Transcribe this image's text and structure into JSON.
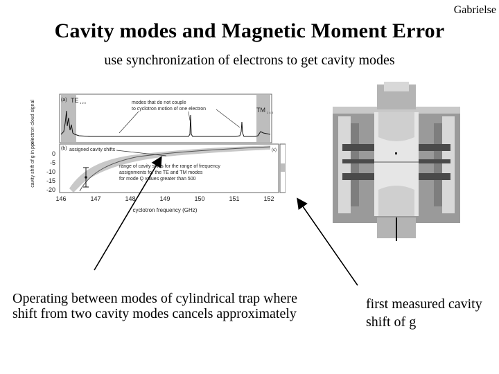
{
  "header": {
    "author": "Gabrielse",
    "title": "Cavity modes and Magnetic Moment Error",
    "subtitle": "use synchronization of electrons to get cavity modes"
  },
  "figure": {
    "panel_a_label": "(a)",
    "panel_b_label": "(b)",
    "panel_c_label": "(c)",
    "te_label": "TE",
    "te_sub": "1 2 0",
    "tm_label": "TM",
    "tm_sub": "1 4 3",
    "ylabel_a": "electron cloud signal",
    "ylabel_b": "cavity shift of g in ppt",
    "annotation_modes": "modes that do not couple to cyclotron motion of one electron",
    "annotation_assigned": "assigned cavity shifts",
    "annotation_range": "range of cavity shifts for the range of frequency assignments for the TE and TM modes for mode Q values greater than 500",
    "xlabel": "cyclotron frequency (GHz)",
    "y_ticks": [
      "0",
      "-5",
      "-10",
      "-15",
      "-20"
    ],
    "x_ticks": [
      "146",
      "147",
      "148",
      "149",
      "150",
      "151",
      "152"
    ]
  },
  "captions": {
    "left": "Operating between modes of cylindrical trap where shift from two cavity modes cancels approximately",
    "right": "first measured cavity shift of g"
  },
  "colors": {
    "shade": "#bdbdbd",
    "trap_gray": "#9a9a9a",
    "trap_light": "#d8d8d8",
    "trap_dark": "#4a4a4a"
  }
}
